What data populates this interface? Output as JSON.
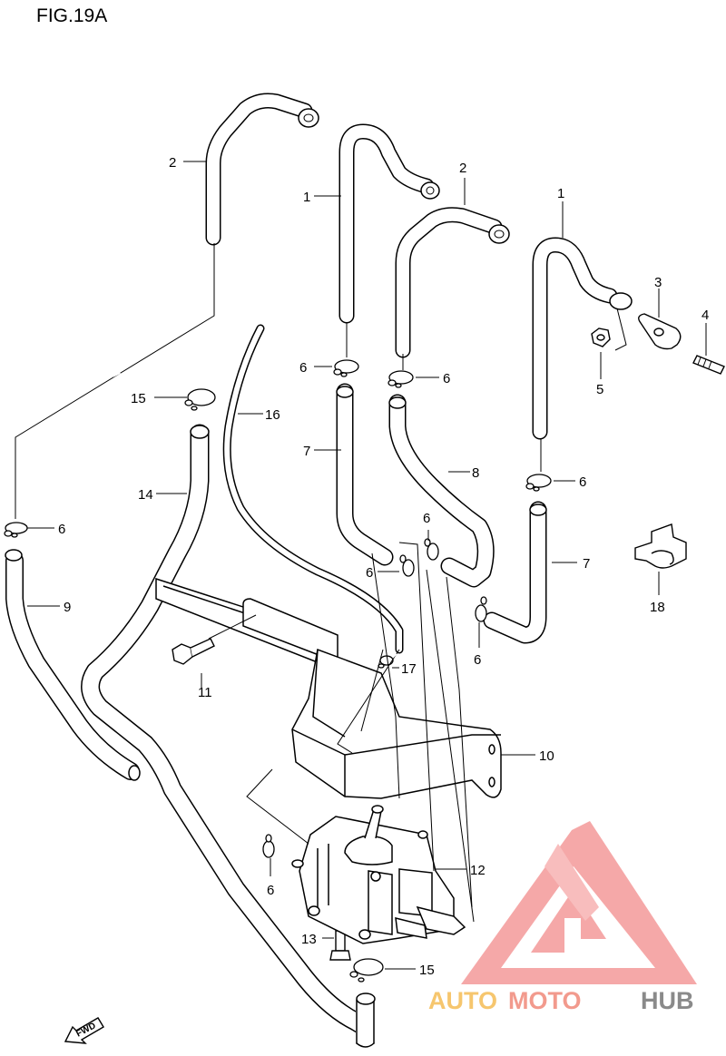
{
  "figure": {
    "title": "FIG.19A"
  },
  "parts": [
    {
      "id": "p1a",
      "label": "1"
    },
    {
      "id": "p1b",
      "label": "1"
    },
    {
      "id": "p2a",
      "label": "2"
    },
    {
      "id": "p2b",
      "label": "2"
    },
    {
      "id": "p3",
      "label": "3"
    },
    {
      "id": "p4",
      "label": "4"
    },
    {
      "id": "p5",
      "label": "5"
    },
    {
      "id": "p6a",
      "label": "6"
    },
    {
      "id": "p6b",
      "label": "6"
    },
    {
      "id": "p6c",
      "label": "6"
    },
    {
      "id": "p6d",
      "label": "6"
    },
    {
      "id": "p6e",
      "label": "6"
    },
    {
      "id": "p6f",
      "label": "6"
    },
    {
      "id": "p6g",
      "label": "6"
    },
    {
      "id": "p6h",
      "label": "6"
    },
    {
      "id": "p7a",
      "label": "7"
    },
    {
      "id": "p7b",
      "label": "7"
    },
    {
      "id": "p8",
      "label": "8"
    },
    {
      "id": "p9",
      "label": "9"
    },
    {
      "id": "p10",
      "label": "10"
    },
    {
      "id": "p11",
      "label": "11"
    },
    {
      "id": "p12",
      "label": "12"
    },
    {
      "id": "p13",
      "label": "13"
    },
    {
      "id": "p14",
      "label": "14"
    },
    {
      "id": "p15a",
      "label": "15"
    },
    {
      "id": "p15b",
      "label": "15"
    },
    {
      "id": "p16",
      "label": "16"
    },
    {
      "id": "p17",
      "label": "17"
    },
    {
      "id": "p18",
      "label": "18"
    }
  ],
  "direction_marker": {
    "label": "FWD"
  },
  "watermark": {
    "word_1": "AUTO",
    "word_2": "MOTO",
    "word_3": "HUB",
    "color_1": "#f6c66e",
    "color_2": "#f29a8d",
    "color_3": "#8a8a8a",
    "logo_color": "#f28c8c"
  }
}
